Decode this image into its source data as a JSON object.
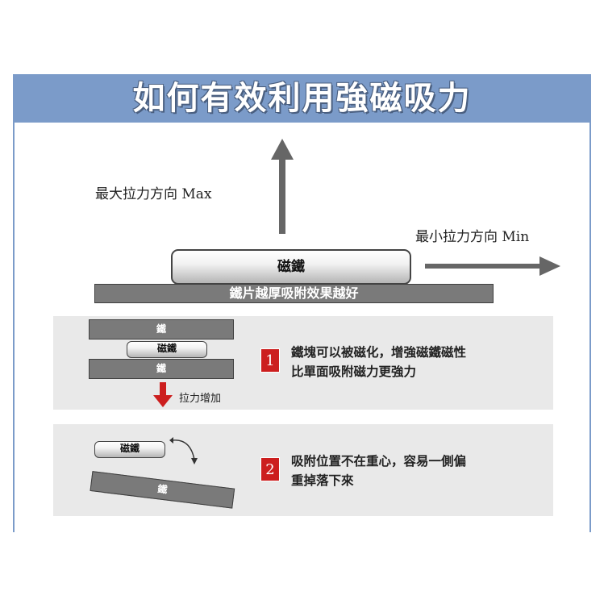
{
  "title": "如何有效利用強磁吸力",
  "main_diagram": {
    "max_label": "最大拉力方向 Max",
    "min_label": "最小拉力方向 Min",
    "magnet_label": "磁鐵",
    "plate_label": "鐵片越厚吸附效果越好"
  },
  "tip1": {
    "number": "1",
    "iron_top_label": "鐵",
    "magnet_label": "磁鐵",
    "iron_bottom_label": "鐵",
    "pull_label": "拉力增加",
    "text_line1": "鐵塊可以被磁化，增強磁鐵磁性",
    "text_line2": "比單面吸附磁力更強力"
  },
  "tip2": {
    "number": "2",
    "magnet_label": "磁鐵",
    "iron_label": "鐵",
    "text_line1": "吸附位置不在重心，容易一側偏",
    "text_line2": "重掉落下來"
  },
  "colors": {
    "header": "#7b9bc9",
    "arrow": "#666666",
    "pull_arrow": "#cc1e1e",
    "badge": "#cc1e1e",
    "iron": "#7a7a7a",
    "panel": "#e9e9e9"
  }
}
